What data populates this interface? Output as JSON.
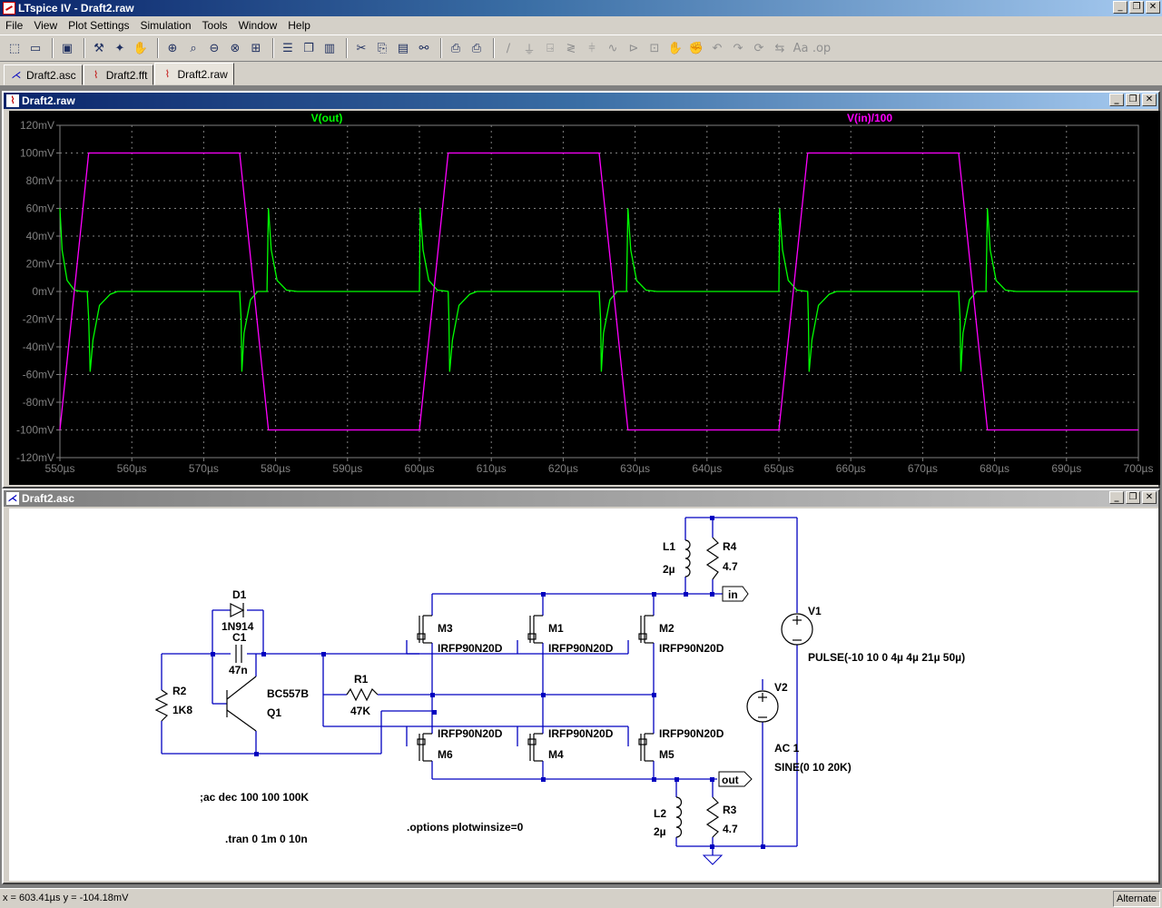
{
  "app": {
    "title": "LTspice IV - Draft2.raw"
  },
  "window_controls": {
    "minimize": "_",
    "restore": "❐",
    "close": "✕"
  },
  "menu": [
    "File",
    "View",
    "Plot Settings",
    "Simulation",
    "Tools",
    "Window",
    "Help"
  ],
  "toolbar_icons": [
    "new-schematic-icon",
    "open-icon",
    "save-icon",
    "control-panel-icon",
    "run-icon",
    "halt-icon",
    "zoom-in-icon",
    "zoom-pan-icon",
    "zoom-out-icon",
    "zoom-fit-icon",
    "autorange-icon",
    "tile-horizontal-icon",
    "cascade-icon",
    "tile-vertical-icon",
    "cut-icon",
    "copy-icon",
    "paste-icon",
    "find-icon",
    "print-setup-icon",
    "print-icon",
    "wire-icon",
    "ground-icon",
    "label-icon",
    "resistor-icon",
    "capacitor-icon",
    "inductor-icon",
    "diode-icon",
    "component-icon",
    "move-icon",
    "drag-icon",
    "undo-icon",
    "redo-icon",
    "rotate-icon",
    "mirror-icon",
    "text-icon",
    "spice-directive-icon"
  ],
  "tabs": [
    {
      "label": "Draft2.asc",
      "icon": "schematic-icon"
    },
    {
      "label": "Draft2.fft",
      "icon": "waveform-icon"
    },
    {
      "label": "Draft2.raw",
      "icon": "waveform-icon"
    }
  ],
  "plot_window": {
    "title": "Draft2.raw"
  },
  "schematic_window": {
    "title": "Draft2.asc"
  },
  "colors": {
    "trace_out": "#00ff00",
    "trace_in": "#ff00ff",
    "plot_bg": "#000000",
    "grid": "#808080",
    "wire": "#0000c0"
  },
  "chart_data": {
    "type": "line",
    "title": "",
    "xlabel": "",
    "ylabel": "",
    "x_ticks": [
      "550µs",
      "560µs",
      "570µs",
      "580µs",
      "590µs",
      "600µs",
      "610µs",
      "620µs",
      "630µs",
      "640µs",
      "650µs",
      "660µs",
      "670µs",
      "680µs",
      "690µs",
      "700µs"
    ],
    "y_ticks": [
      "120mV",
      "100mV",
      "80mV",
      "60mV",
      "40mV",
      "20mV",
      "0mV",
      "-20mV",
      "-40mV",
      "-60mV",
      "-80mV",
      "-100mV",
      "-120mV"
    ],
    "xlim": [
      550,
      700
    ],
    "ylim": [
      -120,
      120
    ],
    "grid": true,
    "series": [
      {
        "name": "V(out)",
        "color": "#00ff00",
        "points": [
          [
            550,
            60
          ],
          [
            550.3,
            30
          ],
          [
            551,
            8
          ],
          [
            552,
            1
          ],
          [
            553,
            0
          ],
          [
            553.8,
            0
          ],
          [
            554,
            -20
          ],
          [
            554.2,
            -58
          ],
          [
            554.6,
            -35
          ],
          [
            555.5,
            -10
          ],
          [
            557,
            -2
          ],
          [
            558,
            0
          ],
          [
            575,
            0
          ],
          [
            575.2,
            -20
          ],
          [
            575.3,
            -58
          ],
          [
            575.6,
            -30
          ],
          [
            576.5,
            -6
          ],
          [
            577.5,
            0
          ],
          [
            578.8,
            0
          ],
          [
            579,
            60
          ],
          [
            579.4,
            30
          ],
          [
            580.2,
            8
          ],
          [
            581.5,
            1
          ],
          [
            583,
            0
          ],
          [
            600,
            0
          ],
          [
            600.1,
            60
          ],
          [
            600.5,
            30
          ],
          [
            601.3,
            8
          ],
          [
            602.5,
            1
          ],
          [
            604,
            0
          ],
          [
            604.1,
            -20
          ],
          [
            604.2,
            -58
          ],
          [
            604.6,
            -35
          ],
          [
            605.5,
            -10
          ],
          [
            607,
            -2
          ],
          [
            608,
            0
          ],
          [
            625,
            0
          ],
          [
            625.2,
            -20
          ],
          [
            625.3,
            -58
          ],
          [
            625.6,
            -30
          ],
          [
            626.5,
            -6
          ],
          [
            627.5,
            0
          ],
          [
            628.8,
            0
          ],
          [
            629,
            60
          ],
          [
            629.4,
            30
          ],
          [
            630.2,
            8
          ],
          [
            631.5,
            1
          ],
          [
            633,
            0
          ],
          [
            650,
            0
          ],
          [
            650.1,
            60
          ],
          [
            650.5,
            30
          ],
          [
            651.3,
            8
          ],
          [
            652.5,
            1
          ],
          [
            654,
            0
          ],
          [
            654.1,
            -20
          ],
          [
            654.2,
            -58
          ],
          [
            654.6,
            -35
          ],
          [
            655.5,
            -10
          ],
          [
            657,
            -2
          ],
          [
            658,
            0
          ],
          [
            675,
            0
          ],
          [
            675.2,
            -20
          ],
          [
            675.3,
            -58
          ],
          [
            675.6,
            -30
          ],
          [
            676.5,
            -6
          ],
          [
            677.5,
            0
          ],
          [
            678.8,
            0
          ],
          [
            679,
            60
          ],
          [
            679.4,
            30
          ],
          [
            680.2,
            8
          ],
          [
            681.5,
            1
          ],
          [
            683,
            0
          ],
          [
            700,
            0
          ]
        ]
      },
      {
        "name": "V(in)/100",
        "color": "#ff00ff",
        "points": [
          [
            550,
            -100
          ],
          [
            554,
            100
          ],
          [
            575,
            100
          ],
          [
            579,
            -100
          ],
          [
            600,
            -100
          ],
          [
            604,
            100
          ],
          [
            625,
            100
          ],
          [
            629,
            -100
          ],
          [
            650,
            -100
          ],
          [
            654,
            100
          ],
          [
            675,
            100
          ],
          [
            679,
            -100
          ],
          [
            700,
            -100
          ]
        ]
      }
    ]
  },
  "schematic": {
    "labels": {
      "D1": "D1",
      "D1_val": "1N914",
      "C1": "C1",
      "C1_val": "47n",
      "R2": "R2",
      "R2_val": "1K8",
      "Q1_model": "BC557B",
      "Q1": "Q1",
      "R1": "R1",
      "R1_val": "47K",
      "M3": "M3",
      "M1": "M1",
      "M2": "M2",
      "M6": "M6",
      "M4": "M4",
      "M5": "M5",
      "IRFP_a": "IRFP90N20D",
      "IRFP_b": "IRFP90N20D",
      "IRFP_c": "IRFP90N20D",
      "IRFP_d": "IRFP90N20D",
      "IRFP_e": "IRFP90N20D",
      "IRFP_f": "IRFP90N20D",
      "L1": "L1",
      "L1_val": "2µ",
      "R4": "R4",
      "R4_val": "4.7",
      "L2": "L2",
      "L2_val": "2µ",
      "R3": "R3",
      "R3_val": "4.7",
      "V1": "V1",
      "V1_val": "PULSE(-10 10 0 4µ 4µ 21µ 50µ)",
      "V2": "V2",
      "V2_ac": "AC 1",
      "V2_sine": "SINE(0 10 20K)",
      "in": "in",
      "out": "out",
      "dir_ac": ";ac dec 100 100 100K",
      "dir_tran": ".tran 0 1m 0 10n",
      "dir_options": ".options plotwinsize=0"
    }
  },
  "status": {
    "coords": "x = 603.41µs    y = -104.18mV",
    "mode": "Alternate"
  }
}
